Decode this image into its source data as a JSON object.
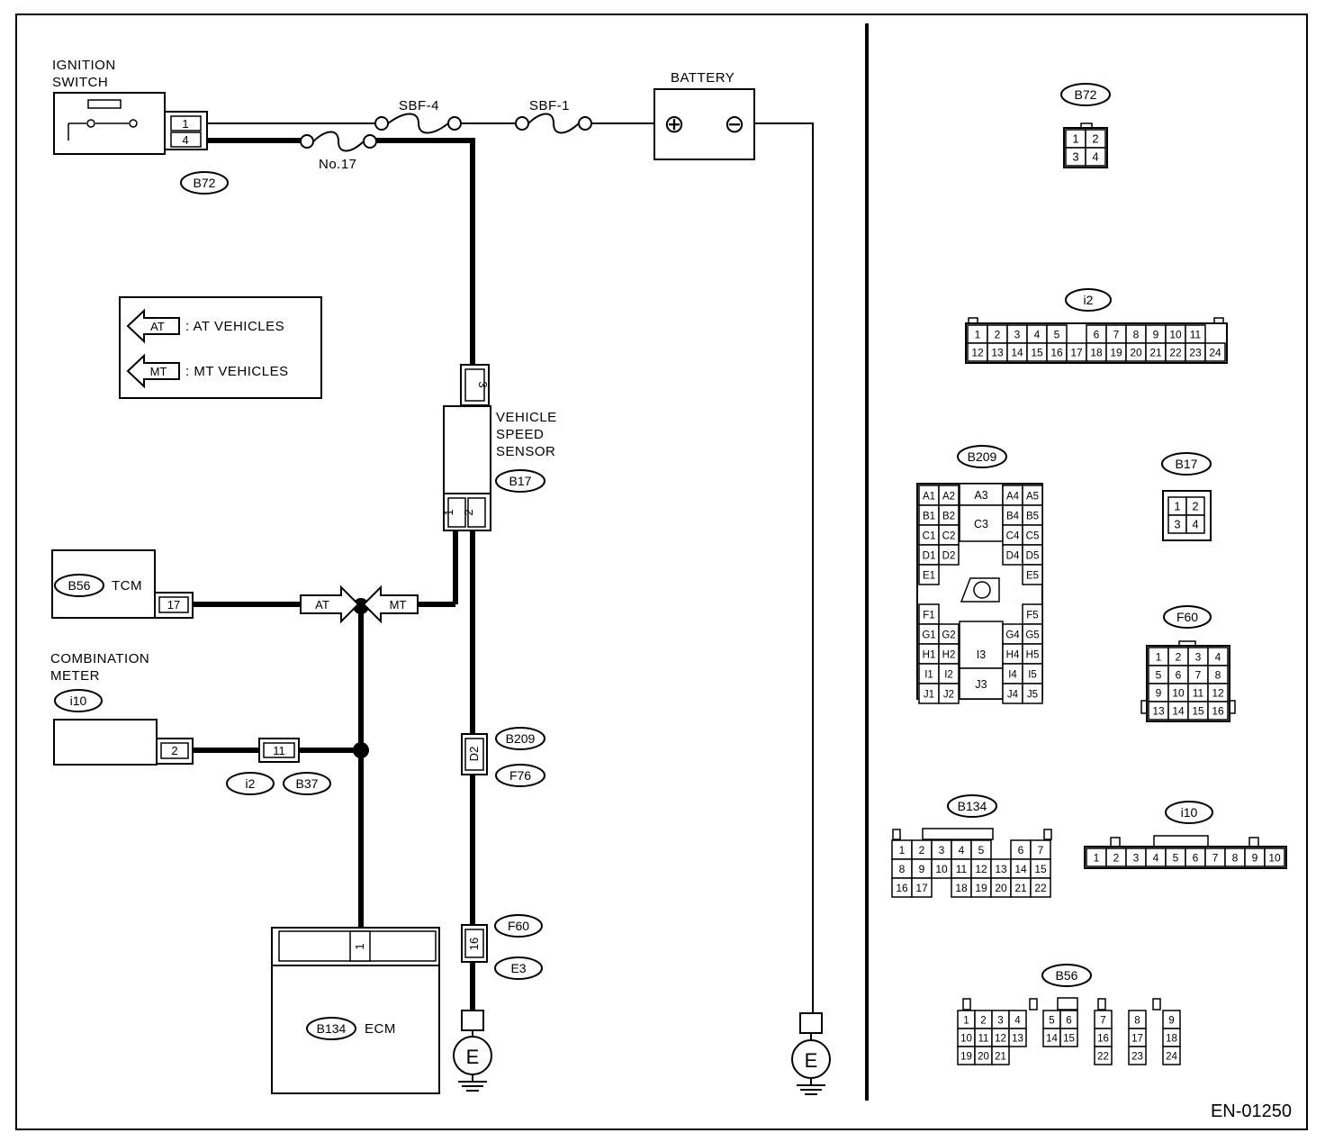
{
  "drawing_code": "EN-01250",
  "components": {
    "ignition_switch": {
      "label_l1": "IGNITION",
      "label_l2": "SWITCH",
      "pins": [
        "1",
        "4"
      ],
      "connector": "B72"
    },
    "battery": {
      "label": "BATTERY",
      "pos": "⊕",
      "neg": "⊖"
    },
    "fuses": {
      "sbf4": "SBF-4",
      "sbf1": "SBF-1",
      "no17": "No.17"
    },
    "vss": {
      "label_l1": "VEHICLE",
      "label_l2": "SPEED",
      "label_l3": "SENSOR",
      "connector": "B17",
      "pin_top": "3",
      "pin_a": "1",
      "pin_b": "2"
    },
    "tcm": {
      "label": "TCM",
      "connector": "B56",
      "pin": "17"
    },
    "combination_meter": {
      "label_l1": "COMBINATION",
      "label_l2": "METER",
      "connector": "i10",
      "pin": "2"
    },
    "joint_i2_b37": {
      "pin": "11",
      "conn_a": "i2",
      "conn_b": "B37"
    },
    "joint_b209_f76": {
      "pin": "D2",
      "conn_a": "B209",
      "conn_b": "F76"
    },
    "joint_f60_e3": {
      "pin": "16",
      "conn_a": "F60",
      "conn_b": "E3"
    },
    "ecm": {
      "label": "ECM",
      "connector": "B134",
      "pin": "1"
    },
    "ground": {
      "symbol": "E"
    },
    "at_tag": "AT",
    "mt_tag": "MT"
  },
  "legend": {
    "at_tag": "AT",
    "at_text": ": AT VEHICLES",
    "mt_tag": "MT",
    "mt_text": ": MT VEHICLES"
  },
  "connector_faces": {
    "b72": {
      "label": "B72",
      "rows": [
        [
          "1",
          "2"
        ],
        [
          "3",
          "4"
        ]
      ]
    },
    "i2": {
      "label": "i2",
      "rows": [
        [
          "1",
          "2",
          "3",
          "4",
          "5",
          "",
          "6",
          "7",
          "8",
          "9",
          "10",
          "11"
        ],
        [
          "12",
          "13",
          "14",
          "15",
          "16",
          "17",
          "18",
          "19",
          "20",
          "21",
          "22",
          "23",
          "24"
        ]
      ]
    },
    "b209": {
      "label": "B209",
      "left": [
        [
          "A1",
          "A2"
        ],
        [
          "B1",
          "B2"
        ],
        [
          "C1",
          "C2"
        ],
        [
          "D1",
          "D2"
        ],
        [
          "E1",
          ""
        ],
        [
          "",
          ""
        ],
        [
          "F1",
          ""
        ],
        [
          "G1",
          "G2"
        ],
        [
          "H1",
          "H2"
        ],
        [
          "I1",
          "I2"
        ],
        [
          "J1",
          "J2"
        ]
      ],
      "right": [
        [
          "A4",
          "A5"
        ],
        [
          "B4",
          "B5"
        ],
        [
          "C4",
          "C5"
        ],
        [
          "D4",
          "D5"
        ],
        [
          "",
          "E5"
        ],
        [
          "",
          ""
        ],
        [
          "",
          "F5"
        ],
        [
          "G4",
          "G5"
        ],
        [
          "H4",
          "H5"
        ],
        [
          "I4",
          "I5"
        ],
        [
          "J4",
          "J5"
        ]
      ],
      "center": [
        "A3",
        "C3",
        "I3",
        "J3"
      ]
    },
    "b17": {
      "label": "B17",
      "rows": [
        [
          "1",
          "2"
        ],
        [
          "3",
          "4"
        ]
      ]
    },
    "f60": {
      "label": "F60",
      "rows": [
        [
          "1",
          "2",
          "3",
          "4"
        ],
        [
          "5",
          "6",
          "7",
          "8"
        ],
        [
          "9",
          "10",
          "11",
          "12"
        ],
        [
          "13",
          "14",
          "15",
          "16"
        ]
      ]
    },
    "b134": {
      "label": "B134",
      "rows": [
        [
          "1",
          "2",
          "3",
          "4",
          "5",
          "",
          "6",
          "7"
        ],
        [
          "8",
          "9",
          "10",
          "11",
          "12",
          "13",
          "14",
          "15"
        ],
        [
          "16",
          "17",
          "",
          "18",
          "19",
          "20",
          "21",
          "22"
        ]
      ]
    },
    "i10": {
      "label": "i10",
      "rows": [
        [
          "1",
          "2",
          "3",
          "4",
          "5",
          "6",
          "7",
          "8",
          "9",
          "10"
        ]
      ]
    },
    "b56": {
      "label": "B56",
      "rows": [
        [
          "1",
          "2",
          "3",
          "4",
          "",
          "5",
          "6",
          "",
          "7",
          "",
          "8",
          "",
          "9"
        ],
        [
          "10",
          "11",
          "12",
          "13",
          "",
          "14",
          "15",
          "",
          "16",
          "",
          "17",
          "",
          "18"
        ],
        [
          "19",
          "20",
          "21",
          "",
          "",
          "",
          "",
          "",
          "22",
          "",
          "23",
          "",
          "24"
        ]
      ]
    }
  }
}
